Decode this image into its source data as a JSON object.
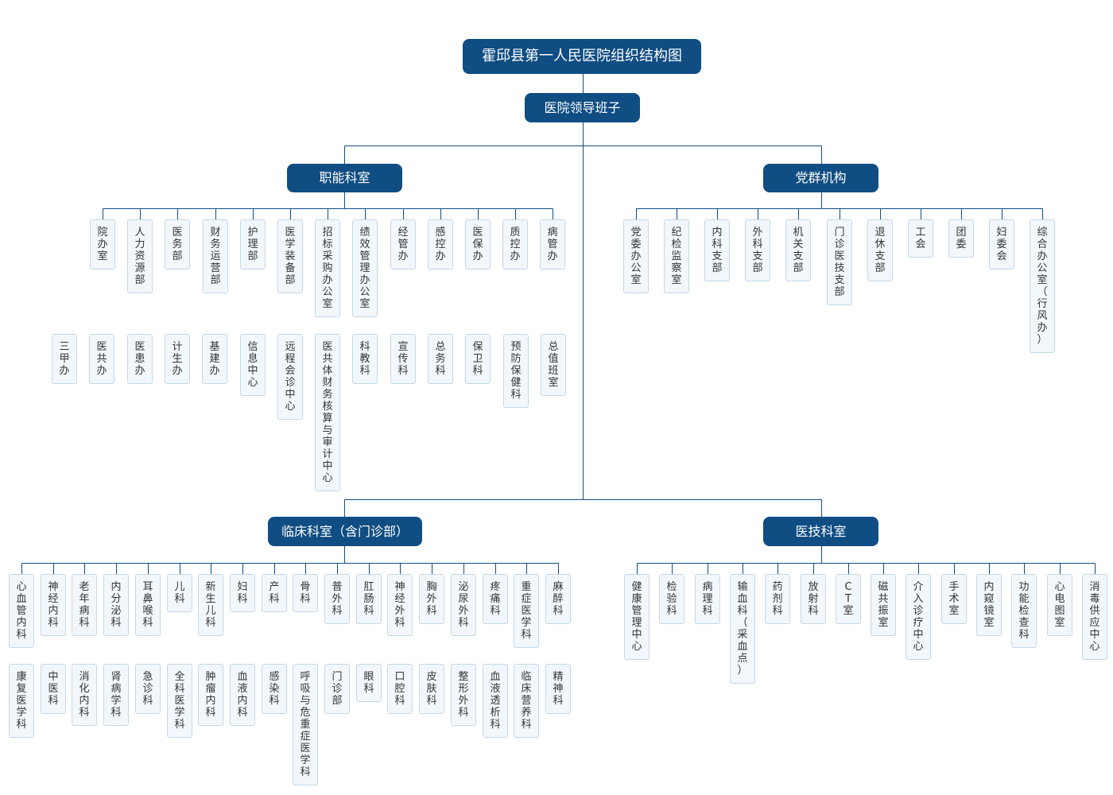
{
  "title": "霍邱县第一人民医院组织结构图",
  "leadership": "医院领导班子",
  "groups": {
    "functional": {
      "label": "职能科室",
      "row1": [
        "院办室",
        "人力资源部",
        "医务部",
        "财务运营部",
        "护理部",
        "医学装备部",
        "招标采购办公室",
        "绩效管理办公室",
        "经管办",
        "感控办",
        "医保办",
        "质控办",
        "病管办"
      ],
      "row2": [
        "三甲办",
        "医共办",
        "医患办",
        "计生办",
        "基建办",
        "信息中心",
        "远程会诊中心",
        "医共体财务核算与审计中心",
        "科教科",
        "宣传科",
        "总务科",
        "保卫科",
        "预防保健科",
        "总值班室"
      ]
    },
    "party": {
      "label": "党群机构",
      "row1": [
        "党委办公室",
        "纪检监察室",
        "内科支部",
        "外科支部",
        "机关支部",
        "门诊医技支部",
        "退休支部",
        "工会",
        "团委",
        "妇委会",
        "综合办公室（行风办）"
      ]
    },
    "clinical": {
      "label": "临床科室（含门诊部）",
      "row1": [
        "心血管内科",
        "神经内科",
        "老年病科",
        "内分泌科",
        "耳鼻喉科",
        "儿科",
        "新生儿科",
        "妇科",
        "产科",
        "骨科",
        "普外科",
        "肛肠科",
        "神经外科",
        "胸外科",
        "泌尿外科",
        "疼痛科",
        "重症医学科",
        "麻醉科"
      ],
      "row2": [
        "康复医学科",
        "中医科",
        "消化内科",
        "肾病学科",
        "急诊科",
        "全科医学科",
        "肿瘤内科",
        "血液内科",
        "感染科",
        "呼吸与危重症医学科",
        "门诊部",
        "眼科",
        "口腔科",
        "皮肤科",
        "整形外科",
        "血液透析科",
        "临床营养科",
        "精神科"
      ]
    },
    "medtech": {
      "label": "医技科室",
      "row1": [
        "健康管理中心",
        "检验科",
        "病理科",
        "输血科（采血点）",
        "药剂科",
        "放射科",
        "CT室",
        "磁共振室",
        "介入诊疗中心",
        "手术室",
        "内窥镜室",
        "功能检查科",
        "心电图室",
        "消毒供应中心"
      ]
    },
    "colors": {
      "header": "#0f4d82",
      "line": "#0f4d82",
      "box_fill": "#f2f7fb",
      "box_border": "#c3d8e8"
    }
  }
}
